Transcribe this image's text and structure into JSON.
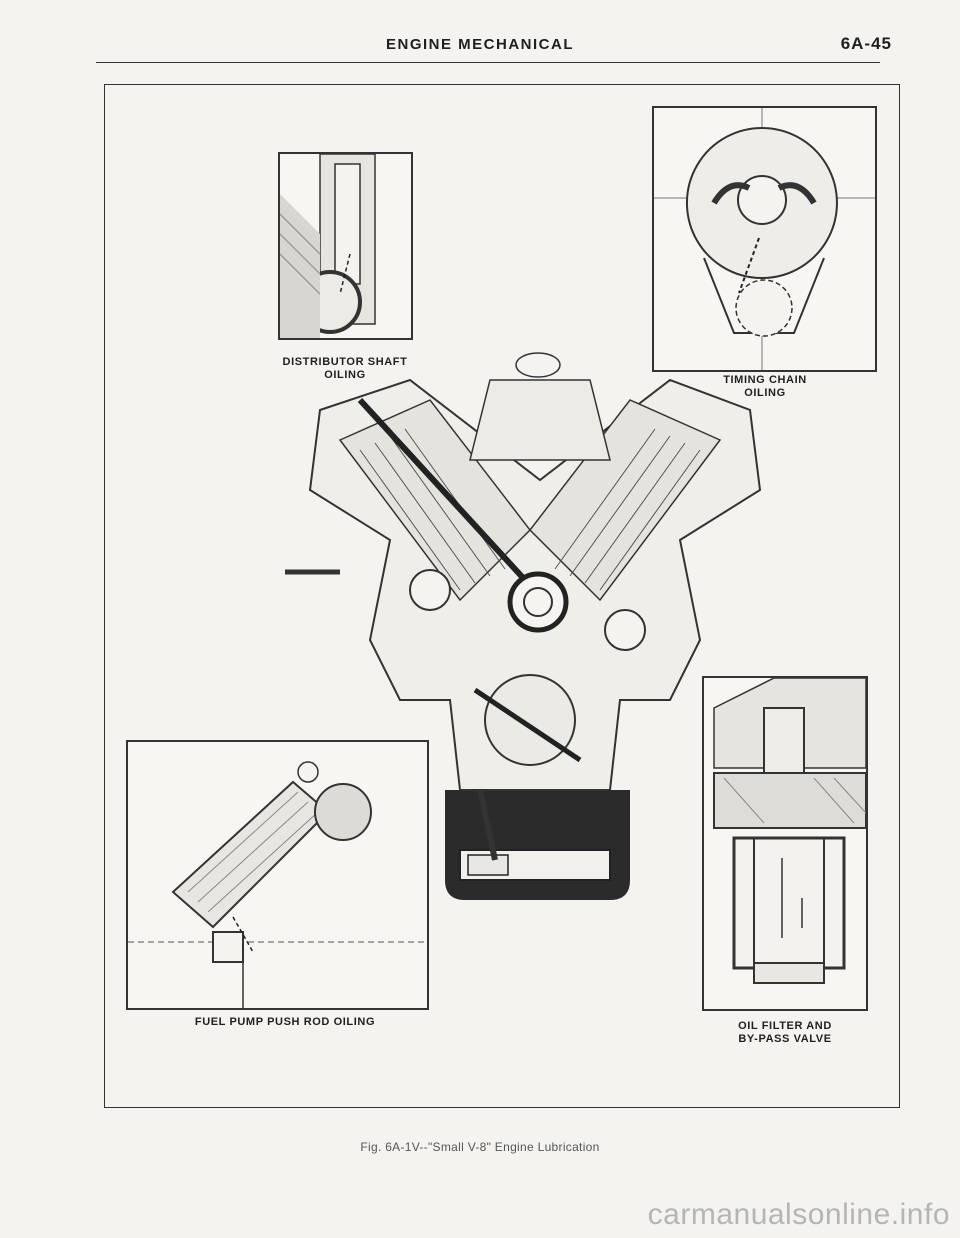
{
  "header": {
    "title": "ENGINE MECHANICAL",
    "page_number": "6A-45"
  },
  "figure": {
    "insets": {
      "distributor": {
        "line1": "DISTRIBUTOR SHAFT",
        "line2": "OILING"
      },
      "timing": {
        "line1": "TIMING CHAIN",
        "line2": "OILING"
      },
      "fuel_pump": {
        "line1": "FUEL PUMP PUSH ROD OILING"
      },
      "oil_filter": {
        "line1": "OIL FILTER AND",
        "line2": "BY-PASS VALVE"
      }
    },
    "caption": "Fig. 6A-1V--\"Small V-8\" Engine Lubrication"
  },
  "footer": {
    "watermark": "carmanualsonline.info"
  }
}
